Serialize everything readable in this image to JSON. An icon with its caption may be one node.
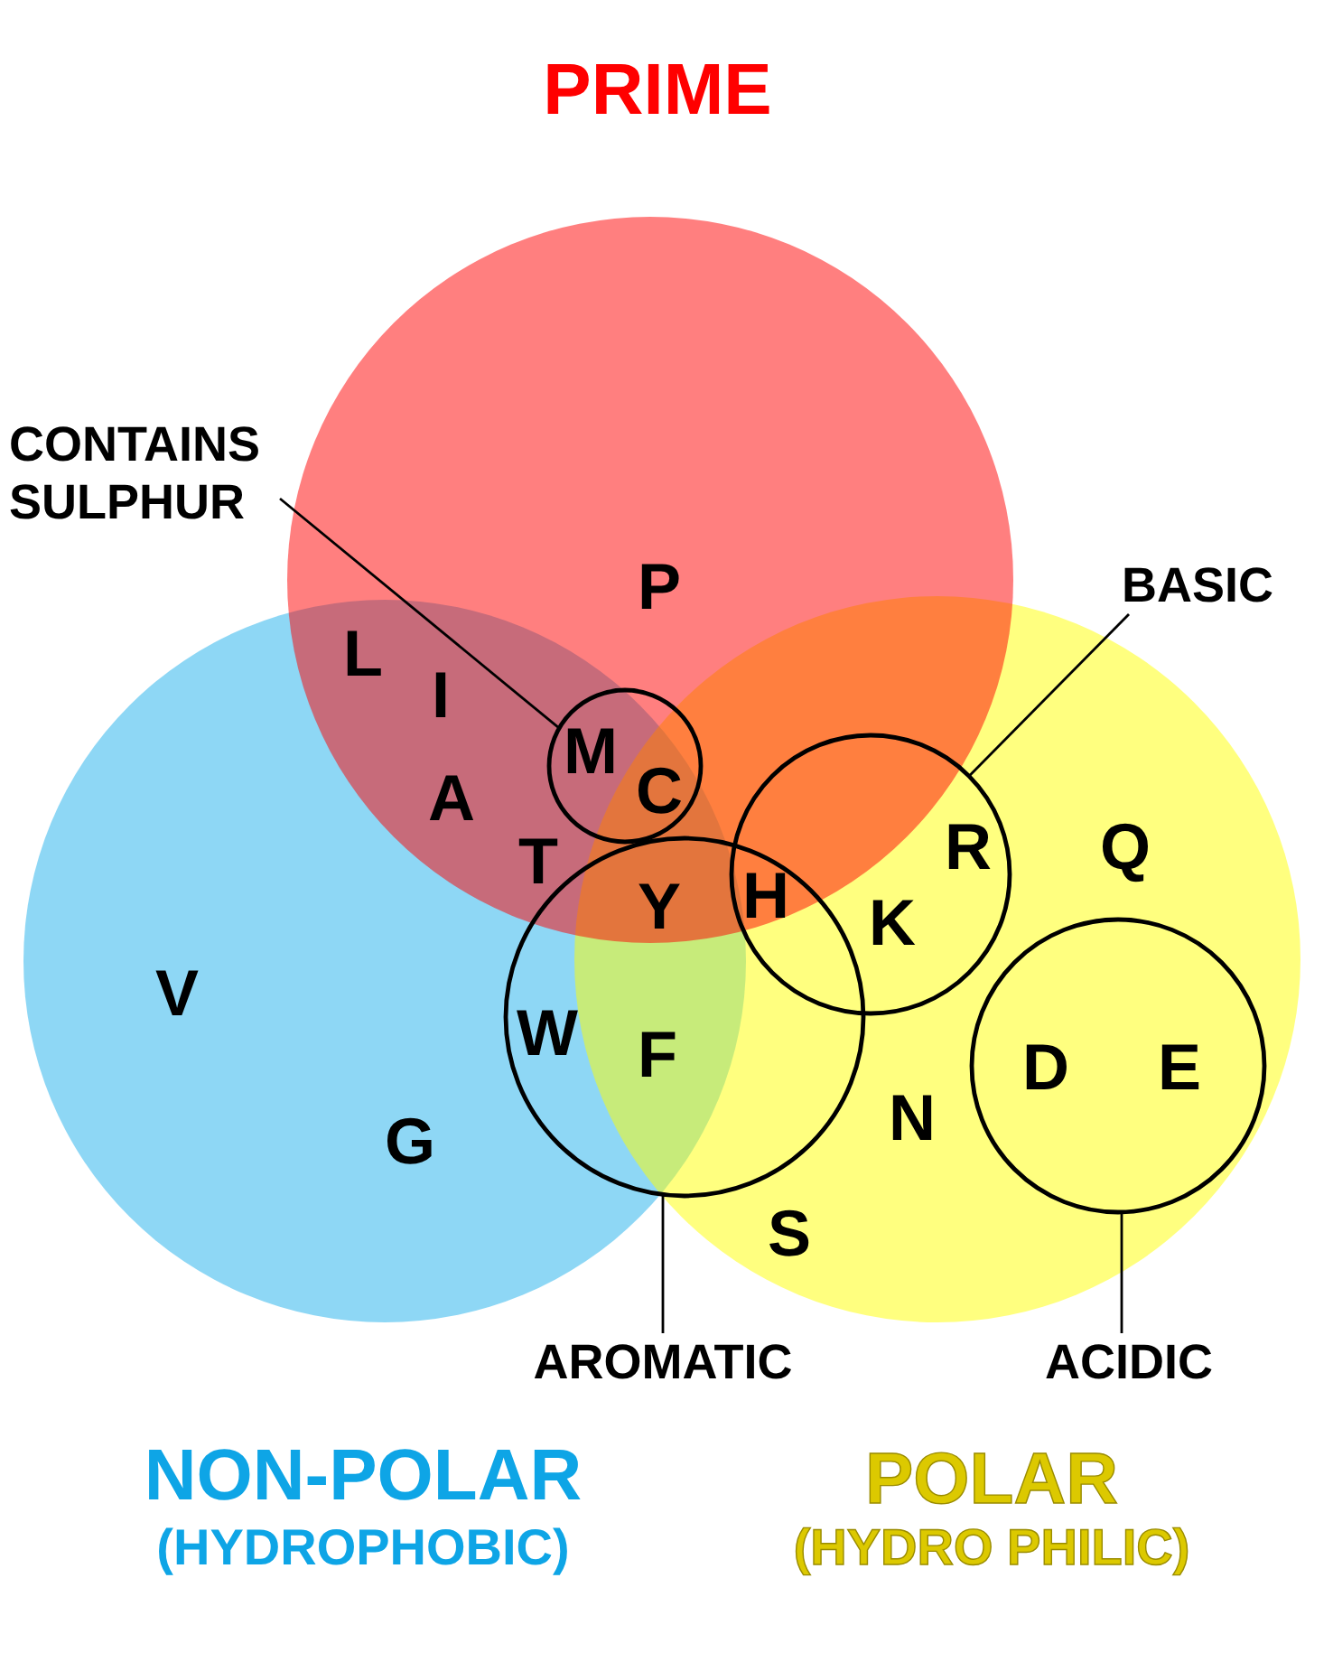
{
  "diagram": {
    "nodes": [
      {
        "text": [
          "PRIME"
        ]
      },
      {
        "text": [
          "NON-POLAR",
          "(HYDROPHOBIC)"
        ]
      },
      {
        "text": [
          "POLAR",
          "(HYDRO PHILIC)"
        ]
      },
      {
        "text": [
          "CONTAINS SULPHUR"
        ]
      },
      {
        "text": [],
        "shape": "circle"
      },
      {
        "text": [
          "BASIC"
        ]
      },
      {
        "text": [],
        "shape": "circle",
        "in": 2
      },
      {
        "text": [],
        "shape": "circle"
      },
      {
        "text": [],
        "shape": "circle",
        "in": 2
      },
      {
        "text": [
          "AROMATIC"
        ]
      },
      {
        "text": [
          "ACIDIC"
        ]
      }
    ],
    "edges": [
      {
        "from": 3,
        "to": 4,
        "arrow": "none"
      },
      {
        "from": 5,
        "to": 6,
        "arrow": "none"
      },
      {
        "from": 9,
        "to": 7,
        "arrow": "none"
      },
      {
        "from": 10,
        "to": 8,
        "arrow": "none"
      }
    ],
    "labels": [
      "P",
      "L",
      "I",
      "M",
      "A",
      "C",
      "T",
      "R",
      "Q",
      "Y",
      "H",
      "K",
      "V",
      "W",
      "F",
      "D",
      "E",
      "G",
      "N",
      "S"
    ]
  }
}
